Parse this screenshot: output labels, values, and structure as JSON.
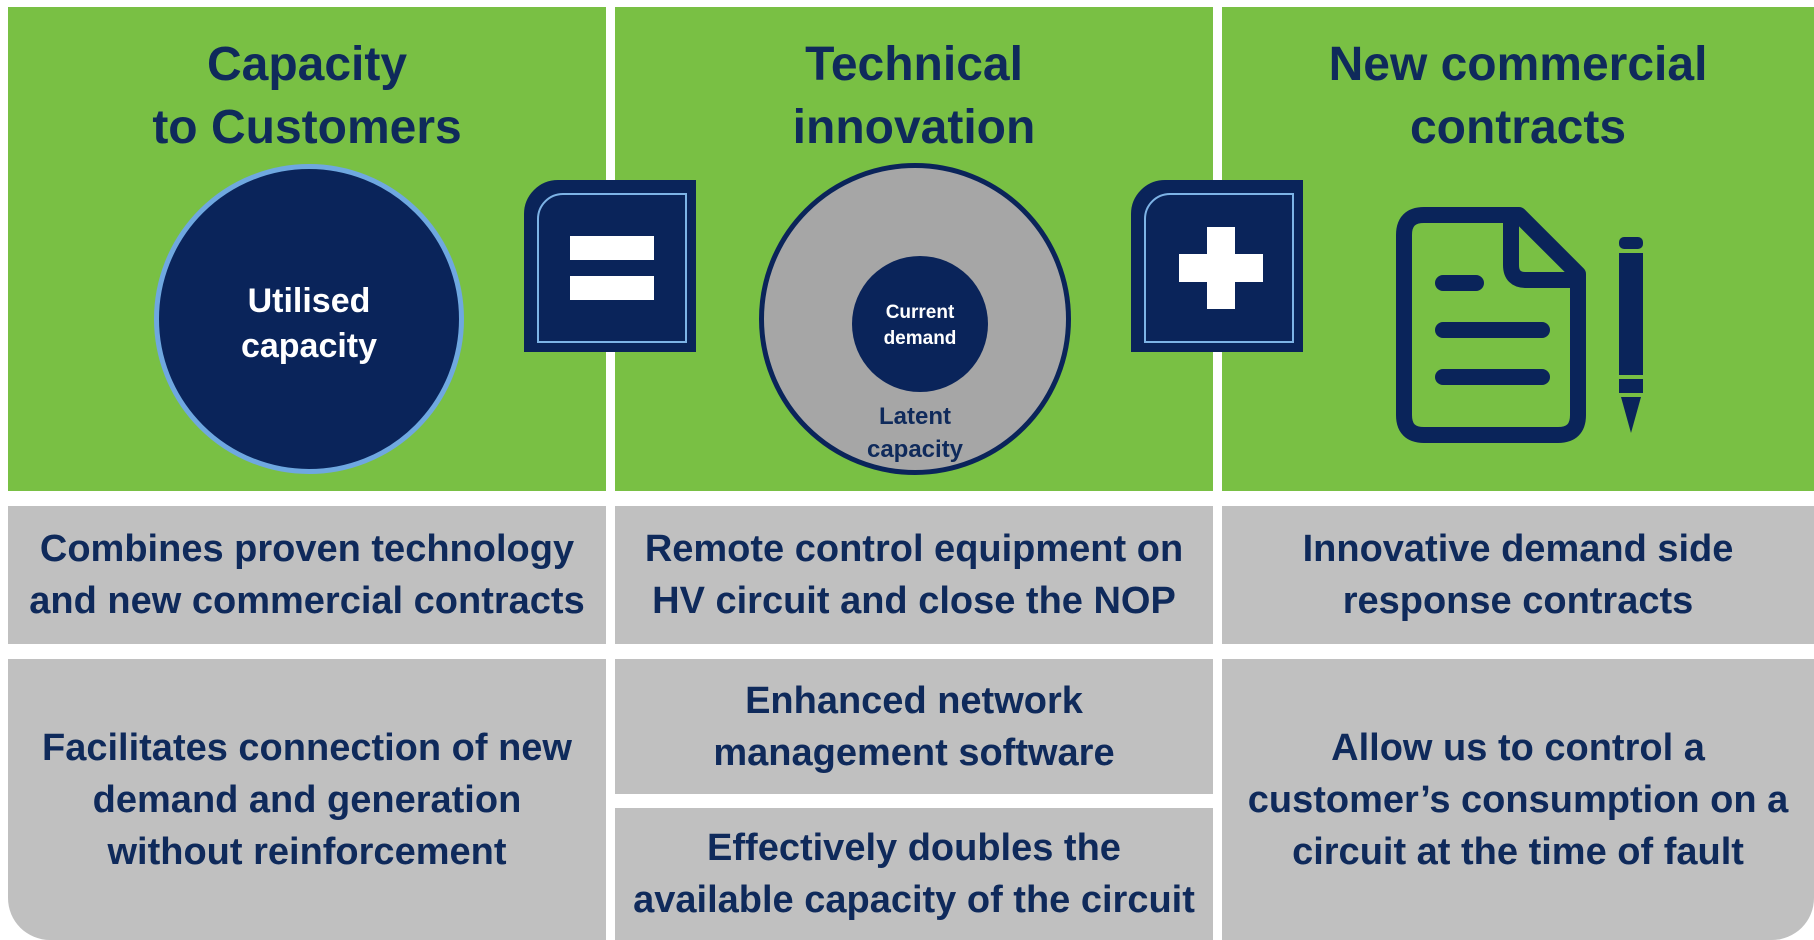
{
  "columns": [
    {
      "heading": [
        "Capacity",
        "to Customers"
      ],
      "circle_label": [
        "Utilised",
        "capacity"
      ],
      "row1": [
        "Combines proven technology",
        "and new commercial contracts"
      ],
      "row2": [
        "Facilitates connection of new",
        "demand and generation",
        "without reinforcement"
      ]
    },
    {
      "heading": [
        "Technical",
        "innovation"
      ],
      "inner_label": [
        "Current",
        "demand"
      ],
      "outer_label": [
        "Latent",
        "capacity"
      ],
      "row1": [
        "Remote control equipment on",
        "HV circuit and close the NOP"
      ],
      "row2a": [
        "Enhanced network",
        "management software"
      ],
      "row2b": [
        "Effectively doubles the",
        "available capacity of the circuit"
      ]
    },
    {
      "heading": [
        "New commercial",
        "contracts"
      ],
      "icon": "document-and-pen-icon",
      "row1": [
        "Innovative demand side",
        "response contracts"
      ],
      "row2": [
        "Allow us to control a",
        "customer’s consumption on a",
        "circuit at the time of fault"
      ]
    }
  ],
  "operators": [
    {
      "symbol": "=",
      "icon": "equals-icon"
    },
    {
      "symbol": "+",
      "icon": "plus-icon"
    }
  ],
  "colors": {
    "green": "#79c044",
    "navy": "#0a245a",
    "text_navy": "#0f2a5b",
    "grey_cell": "#c0c0c0",
    "circle_grey": "#a6a6a6",
    "light_blue_ring": "#6fa8e0"
  }
}
